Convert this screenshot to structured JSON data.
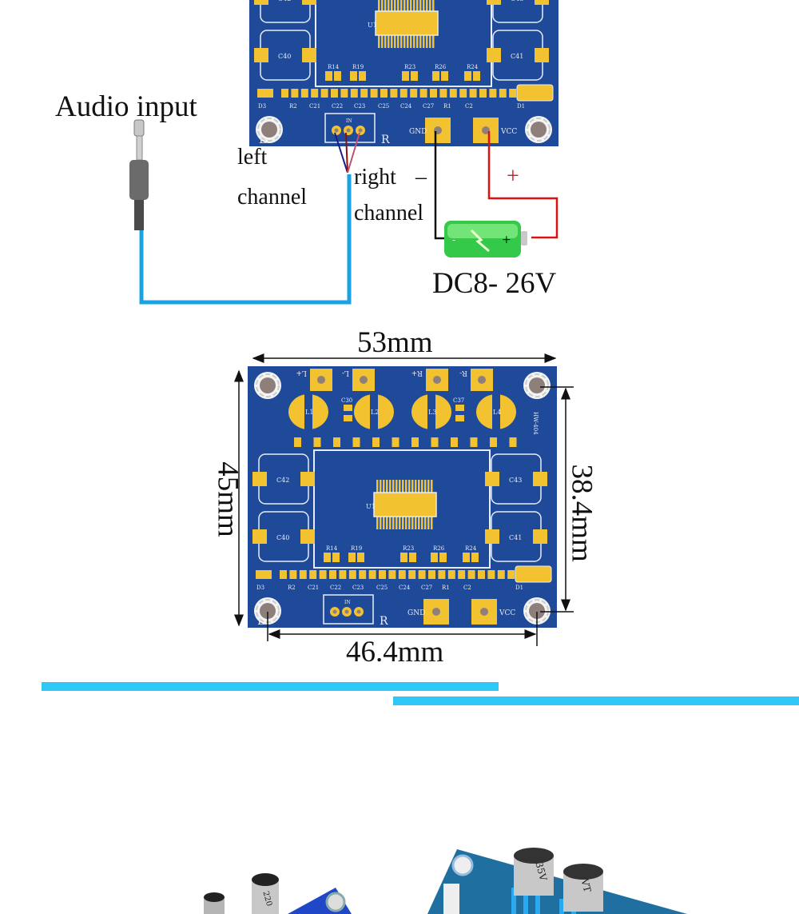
{
  "wiring": {
    "audio_input_label": "Audio input",
    "left_label": "left",
    "left_channel_label": "channel",
    "right_label": "right",
    "minus_label": "–",
    "right_channel_label": "channel",
    "plus_label": "+",
    "power_label": "DC8- 26V"
  },
  "dimensions": {
    "width": "53mm",
    "height": "45mm",
    "hole_height": "38.4mm",
    "hole_width": "46.4mm"
  },
  "pcb": {
    "top_pads": [
      "L+",
      "L-",
      "R+",
      "R-"
    ],
    "inductors": [
      "L1",
      "L2",
      "L3",
      "L4"
    ],
    "small_caps": [
      "C30",
      "C37"
    ],
    "side_caps": [
      "C42",
      "C40",
      "C43",
      "C41"
    ],
    "chip": "U1",
    "resistors": [
      "R14",
      "R19",
      "R23",
      "R26",
      "R24"
    ],
    "row_labels": [
      "D3",
      "R2",
      "C21",
      "C22",
      "C23",
      "C25",
      "C24",
      "C27",
      "R1",
      "C2",
      "D1"
    ],
    "connector": "IN",
    "left": "L",
    "right": "R",
    "gnd": "GND",
    "vcc": "VCC",
    "model": "HW-404"
  },
  "photo": {
    "cap_value": "220",
    "cap_voltage": "35V",
    "cap_brand": "VT"
  },
  "colors": {
    "pcb": "#1f4a9a",
    "pad": "#f2c230",
    "accent_bar": "#2ec8f6",
    "wire_blue": "#1aa3e0",
    "wire_red": "#e01010"
  }
}
